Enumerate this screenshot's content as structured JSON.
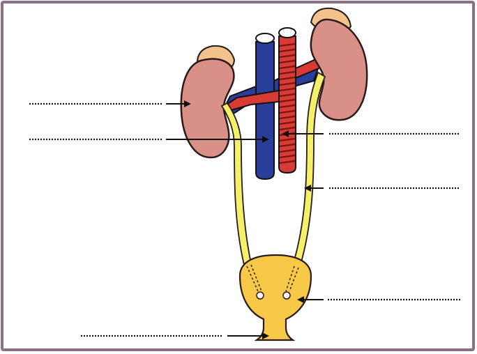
{
  "diagram": {
    "structures": {
      "kidney": "kidney",
      "adrenal_gland": "adrenal-gland",
      "renal_blood_vessel": "renal-blood-vessel",
      "vena_cava": "vena-cava",
      "aorta": "aorta",
      "ureter": "ureter",
      "bladder": "bladder",
      "urethra": "urethra"
    },
    "label_blanks": [
      {
        "id": "kidney-label",
        "side": "left",
        "text": ""
      },
      {
        "id": "vena-cava-label",
        "side": "left",
        "text": ""
      },
      {
        "id": "aorta-label",
        "side": "right",
        "text": ""
      },
      {
        "id": "ureter-label",
        "side": "right",
        "text": ""
      },
      {
        "id": "bladder-label",
        "side": "right",
        "text": ""
      },
      {
        "id": "urethra-label",
        "side": "left",
        "text": ""
      }
    ],
    "colors": {
      "frame": "#8a6f86",
      "kidney": "#d99088",
      "kidney_outline": "#2a1a1a",
      "adrenal": "#f2c48c",
      "vein": "#2a3f9a",
      "artery": "#d83a34",
      "artery_stripe": "#7a1410",
      "ureter": "#f4f06a",
      "bladder": "#f8c848",
      "dotted_line": "#111111",
      "arrow": "#111111"
    }
  }
}
